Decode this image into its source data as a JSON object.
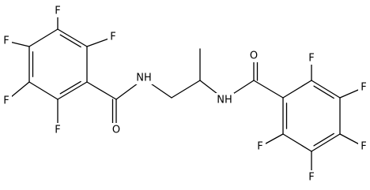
{
  "structure": {
    "atoms": {
      "F1": "F",
      "F2": "F",
      "F3": "F",
      "F4": "F",
      "F5": "F",
      "O1": "O",
      "N1": "NH",
      "N2": "NH",
      "O2": "O",
      "F6": "F",
      "F7": "F",
      "F8": "F",
      "F9": "F",
      "F10": "F"
    }
  }
}
